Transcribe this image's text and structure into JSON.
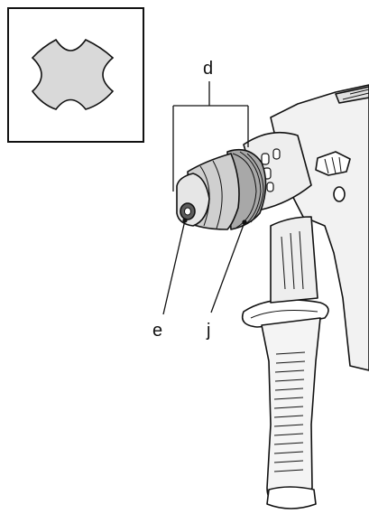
{
  "figure": {
    "callouts": {
      "d": "d",
      "e": "e",
      "j": "j"
    },
    "inset": {
      "shape": "sds-shank-cross-section"
    },
    "colors": {
      "ink": "#111111",
      "fill_light": "#d8d8d8",
      "fill_mid": "#a9a9a9",
      "fill_dark": "#5c5c5c",
      "background": "#ffffff"
    }
  }
}
